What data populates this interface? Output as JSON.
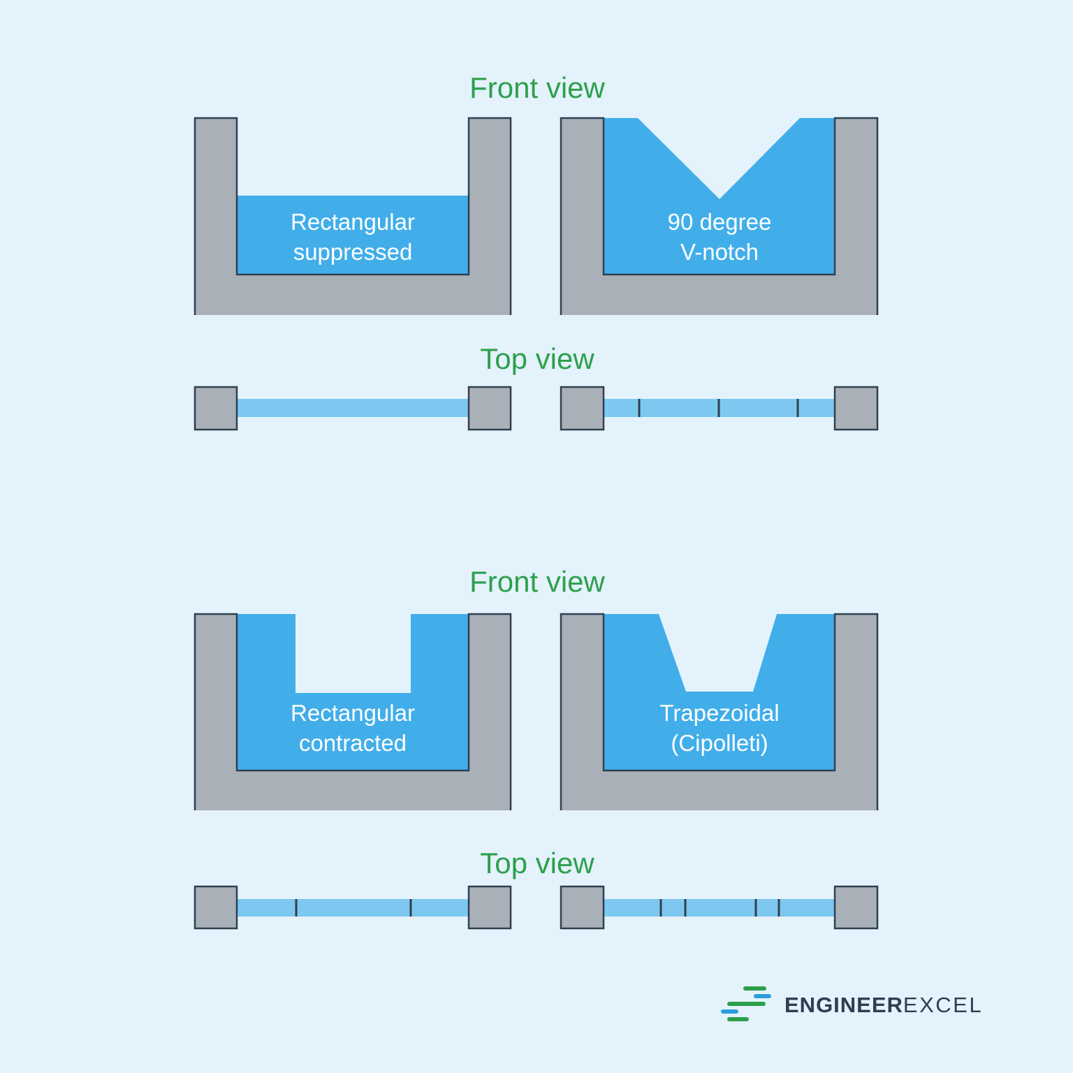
{
  "colors": {
    "background": "#e4f2fb",
    "water": "#41aeea",
    "water_top_view": "#7cc8f0",
    "wall_gray": "#a9b0b8",
    "outline": "#2e4050",
    "title_green": "#2ca04c",
    "label_text": "#ffffff",
    "logo_navy": "#2c3e50",
    "logo_green": "#2ba04b",
    "logo_blue": "#2d9cdb"
  },
  "sections": [
    {
      "front_view_title": "Front view",
      "top_view_title": "Top view",
      "weirs": [
        {
          "label_line1": "Rectangular",
          "label_line2": "suppressed"
        },
        {
          "label_line1": "90 degree",
          "label_line2": "V-notch"
        }
      ]
    },
    {
      "front_view_title": "Front view",
      "top_view_title": "Top view",
      "weirs": [
        {
          "label_line1": "Rectangular",
          "label_line2": "contracted"
        },
        {
          "label_line1": "Trapezoidal",
          "label_line2": "(Cipolleti)"
        }
      ]
    }
  ],
  "logo": {
    "brand_bold": "ENGINEER",
    "brand_light": "EXCEL"
  }
}
